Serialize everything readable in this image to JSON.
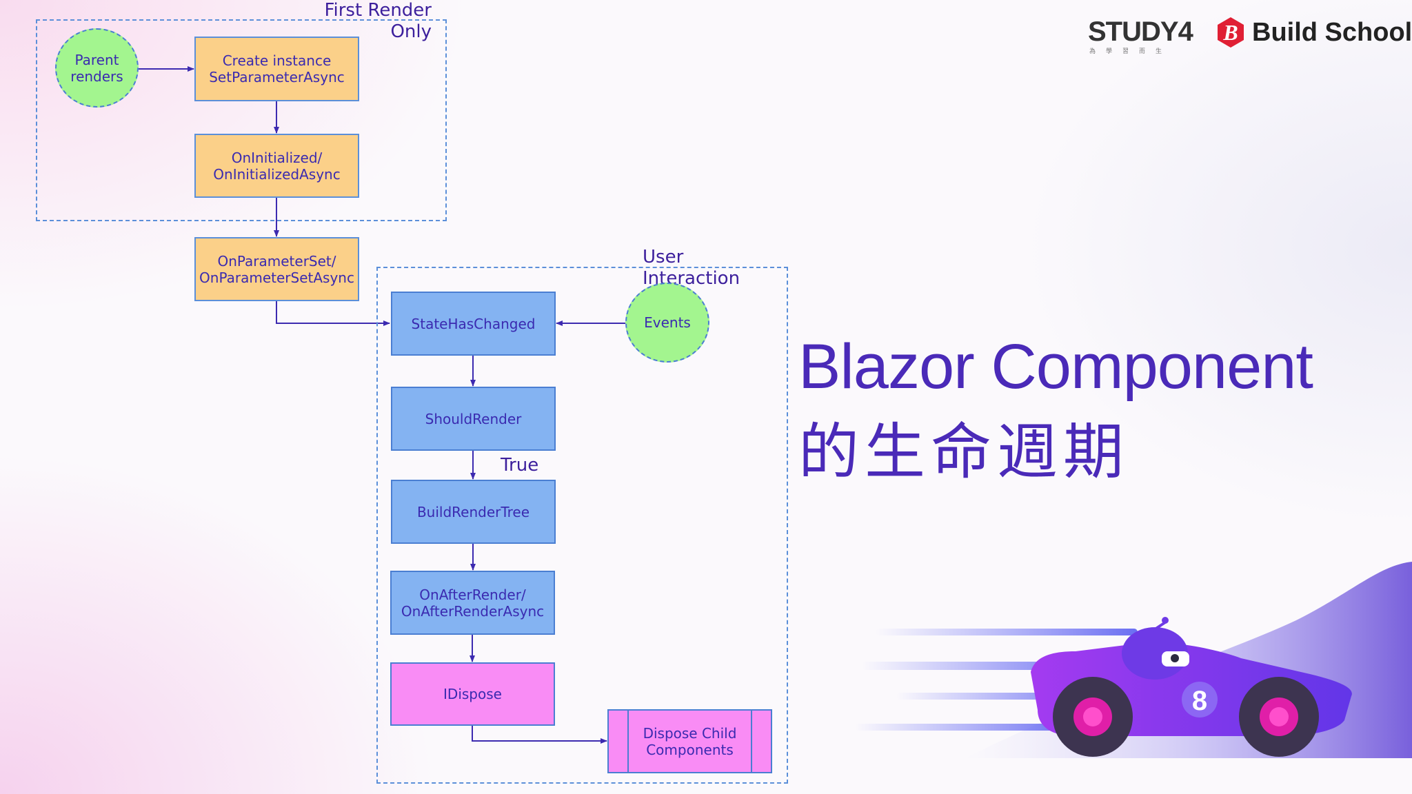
{
  "groups": {
    "first_render": "First Render\nOnly",
    "user_interaction": "User\nInteraction"
  },
  "nodes": {
    "parent_renders": "Parent\nrenders",
    "create_instance": "Create instance\nSetParameterAsync",
    "on_initialized": "OnInitialized/\nOnInitializedAsync",
    "on_parameter_set": "OnParameterSet/\nOnParameterSetAsync",
    "state_has_changed": "StateHasChanged",
    "events": "Events",
    "should_render": "ShouldRender",
    "build_render_tree": "BuildRenderTree",
    "on_after_render": "OnAfterRender/\nOnAfterRenderAsync",
    "idispose": "IDispose",
    "dispose_child": "Dispose Child\nComponents"
  },
  "edge_labels": {
    "true_label": "True"
  },
  "title": {
    "english": "Blazor Component",
    "chinese": "的生命週期"
  },
  "logos": {
    "study4": "STUDY4",
    "study4_tagline": "為學習而生",
    "build_school": "Build School",
    "build_school_mark": "B"
  },
  "illustration": {
    "car_number": "8"
  },
  "colors": {
    "orange_box": "#fbd089",
    "blue_box": "#84b3f2",
    "pink_box": "#f98cf5",
    "green_circle": "#a3f58f",
    "title": "#4a2ab8",
    "arrow": "#3c2ab0"
  }
}
